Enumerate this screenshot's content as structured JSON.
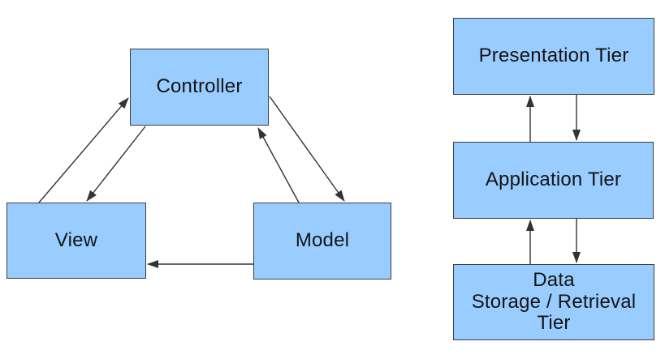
{
  "diagram": {
    "mvc": {
      "nodes": {
        "controller": {
          "label": "Controller"
        },
        "view": {
          "label": "View"
        },
        "model": {
          "label": "Model"
        }
      },
      "edges": [
        {
          "from": "View",
          "to": "Controller"
        },
        {
          "from": "Controller",
          "to": "View"
        },
        {
          "from": "Model",
          "to": "Controller"
        },
        {
          "from": "Controller",
          "to": "Model"
        },
        {
          "from": "Model",
          "to": "View"
        }
      ]
    },
    "three_tier": {
      "nodes": {
        "presentation": {
          "label": "Presentation Tier"
        },
        "application": {
          "label": "Application Tier"
        },
        "data": {
          "label": "Data\nStorage / Retrieval\nTier"
        }
      },
      "edges": [
        {
          "from": "Application Tier",
          "to": "Presentation Tier"
        },
        {
          "from": "Presentation Tier",
          "to": "Application Tier"
        },
        {
          "from": "Data Storage / Retrieval Tier",
          "to": "Application Tier"
        },
        {
          "from": "Application Tier",
          "to": "Data Storage / Retrieval Tier"
        }
      ]
    }
  },
  "colors": {
    "box_fill": "#99CCFF",
    "box_border": "#3B3E44",
    "arrow": "#333333",
    "text": "#141414",
    "background": "#FFFFFF"
  }
}
